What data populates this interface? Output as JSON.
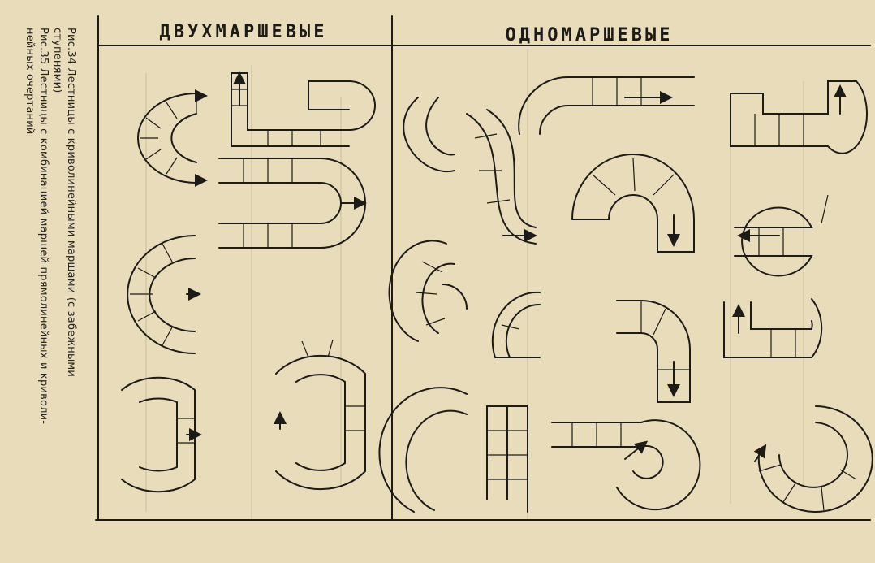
{
  "header": {
    "left": "ДВУХМАРШЕВЫЕ",
    "right": "ОДНОМАРШЕВЫЕ"
  },
  "caption": {
    "lines": [
      "Рис.34 Лестницы с криволинейными маршами (с забежными",
      "ступенями)",
      "Рис.35 Лестницы с комбинацией маршей прямолинейных и криволи-",
      "нейных очертаний"
    ]
  },
  "colors": {
    "paper": "#e9dcba",
    "ink": "#1d1b18"
  },
  "icons": [
    "staircase-plan-icon",
    "arrow-icon"
  ]
}
